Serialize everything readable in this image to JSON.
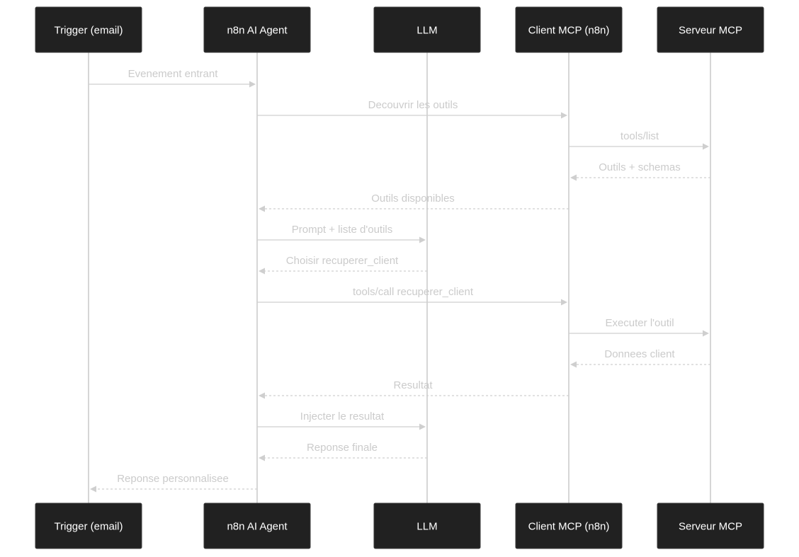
{
  "participants": [
    {
      "id": "trigger",
      "label": "Trigger (email)"
    },
    {
      "id": "agent",
      "label": "n8n AI Agent"
    },
    {
      "id": "llm",
      "label": "LLM"
    },
    {
      "id": "client",
      "label": "Client MCP (n8n)"
    },
    {
      "id": "server",
      "label": "Serveur MCP"
    }
  ],
  "messages": [
    {
      "from": "trigger",
      "to": "agent",
      "label": "Evenement entrant",
      "dashed": false
    },
    {
      "from": "agent",
      "to": "client",
      "label": "Decouvrir les outils",
      "dashed": false
    },
    {
      "from": "client",
      "to": "server",
      "label": "tools/list",
      "dashed": false
    },
    {
      "from": "server",
      "to": "client",
      "label": "Outils + schemas",
      "dashed": true
    },
    {
      "from": "client",
      "to": "agent",
      "label": "Outils disponibles",
      "dashed": true
    },
    {
      "from": "agent",
      "to": "llm",
      "label": "Prompt + liste d'outils",
      "dashed": false
    },
    {
      "from": "llm",
      "to": "agent",
      "label": "Choisir recuperer_client",
      "dashed": true
    },
    {
      "from": "agent",
      "to": "client",
      "label": "tools/call recuperer_client",
      "dashed": false
    },
    {
      "from": "client",
      "to": "server",
      "label": "Executer l'outil",
      "dashed": false
    },
    {
      "from": "server",
      "to": "client",
      "label": "Donnees client",
      "dashed": true
    },
    {
      "from": "client",
      "to": "agent",
      "label": "Resultat",
      "dashed": true
    },
    {
      "from": "agent",
      "to": "llm",
      "label": "Injecter le resultat",
      "dashed": false
    },
    {
      "from": "llm",
      "to": "agent",
      "label": "Reponse finale",
      "dashed": true
    },
    {
      "from": "agent",
      "to": "trigger",
      "label": "Reponse personnalisee",
      "dashed": true
    }
  ],
  "colors": {
    "actor_fill": "#212121",
    "actor_text": "#ffffff",
    "line": "#cfcfcf",
    "label": "#cbcbcb"
  }
}
